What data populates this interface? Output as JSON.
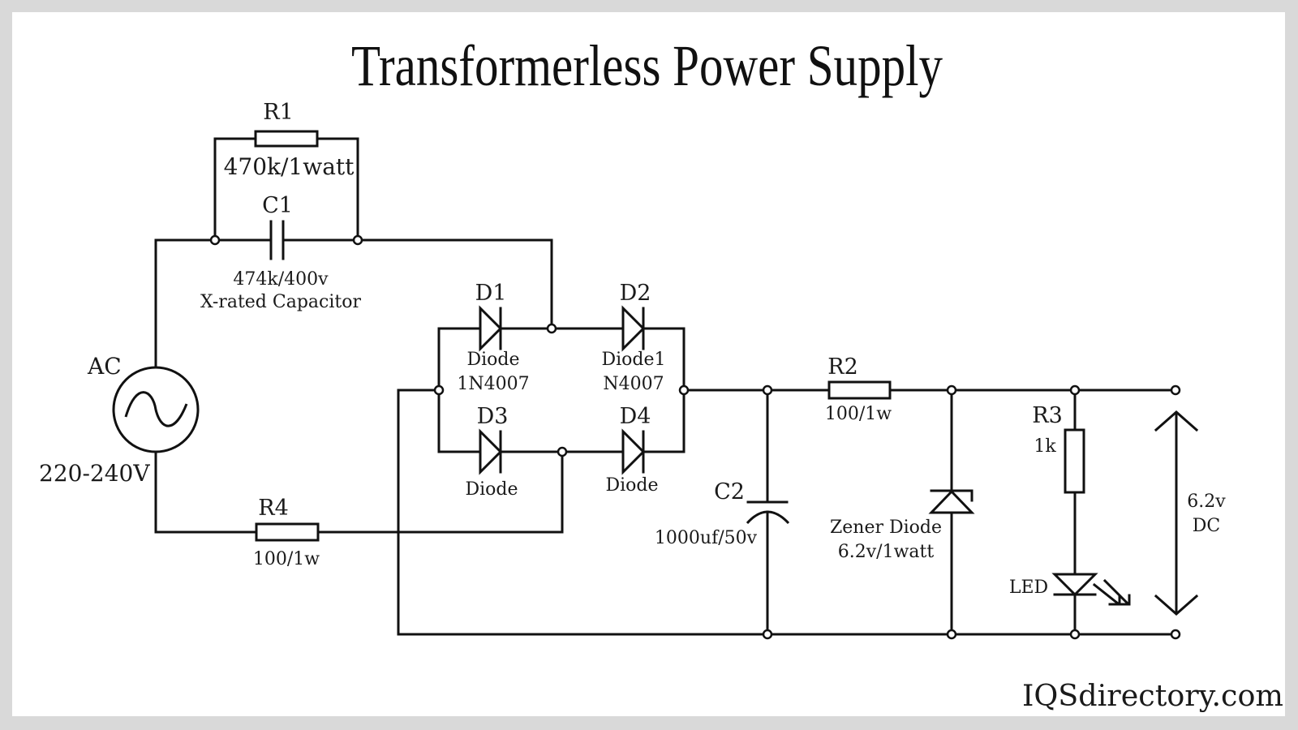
{
  "title": "Transformerless Power Supply",
  "brand": "IQSdirectory.com",
  "colors": {
    "background_frame": "#d9d9d9",
    "panel": "#ffffff",
    "ink": "#111111"
  },
  "components": {
    "ac_source": {
      "name": "AC",
      "value": "220-240V"
    },
    "r1": {
      "name": "R1",
      "value": "470k/1watt"
    },
    "c1": {
      "name": "C1",
      "value": "474k/400v",
      "note": "X-rated Capacitor"
    },
    "d1": {
      "name": "D1",
      "type": "Diode",
      "part": "1N4007"
    },
    "d2": {
      "name": "D2",
      "type": "Diode1",
      "part": "N4007"
    },
    "d3": {
      "name": "D3",
      "type": "Diode"
    },
    "d4": {
      "name": "D4",
      "type": "Diode"
    },
    "r4": {
      "name": "R4",
      "value": "100/1w"
    },
    "r2": {
      "name": "R2",
      "value": "100/1w"
    },
    "c2": {
      "name": "C2",
      "value": "1000uf/50v"
    },
    "zener": {
      "name": "Zener Diode",
      "value": "6.2v/1watt"
    },
    "r3": {
      "name": "R3",
      "value": "1k"
    },
    "led": {
      "name": "LED"
    },
    "output": {
      "voltage": "6.2v",
      "type": "DC"
    }
  }
}
